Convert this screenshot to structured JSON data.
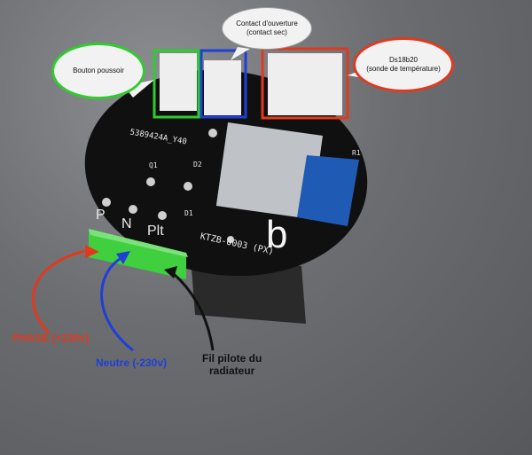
{
  "callouts": {
    "push_button": "Bouton poussoir",
    "opening_contact": "Contact d'ouverture\n(contact sec)",
    "temp_sensor": "Ds18b20\n(sonde de température)"
  },
  "wires": {
    "phase": "PHASE (+230v)",
    "neutral": "Neutre (-230v)",
    "pilot": "Fil pilote du\nradiateur"
  },
  "board": {
    "part_code": "5389424A_Y40",
    "model": "KTZB-0003 (PX)",
    "terminal_labels": [
      "P",
      "N",
      "Plt"
    ],
    "components": [
      "D1",
      "D2",
      "Q1",
      "R1"
    ],
    "logo": "b"
  },
  "colors": {
    "green": "#2ecc2e",
    "blue": "#1f3fd6",
    "red": "#e03a1e",
    "black": "#111111"
  }
}
